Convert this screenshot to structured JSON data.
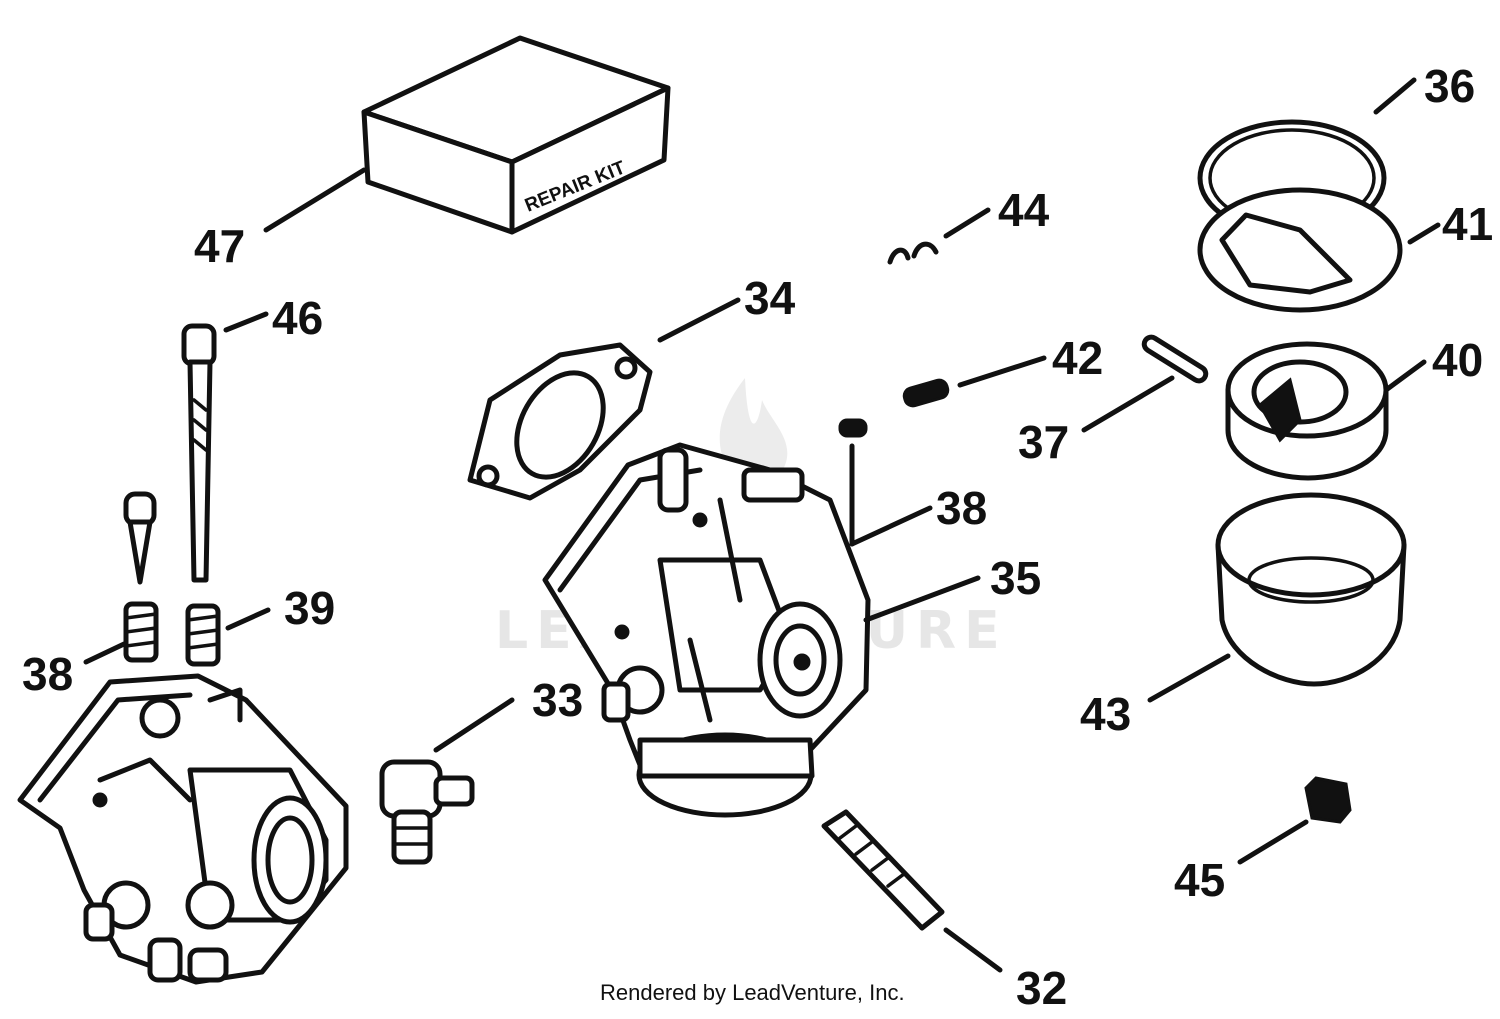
{
  "watermark": "LEADVENTURE",
  "credit": "Rendered by LeadVenture, Inc.",
  "repair_kit_label": "REPAIR KIT",
  "callouts": {
    "c32": "32",
    "c33": "33",
    "c34": "34",
    "c35": "35",
    "c36": "36",
    "c37": "37",
    "c38a": "38",
    "c38b": "38",
    "c39": "39",
    "c40": "40",
    "c41": "41",
    "c42": "42",
    "c43": "43",
    "c44": "44",
    "c45": "45",
    "c46": "46",
    "c47": "47"
  }
}
